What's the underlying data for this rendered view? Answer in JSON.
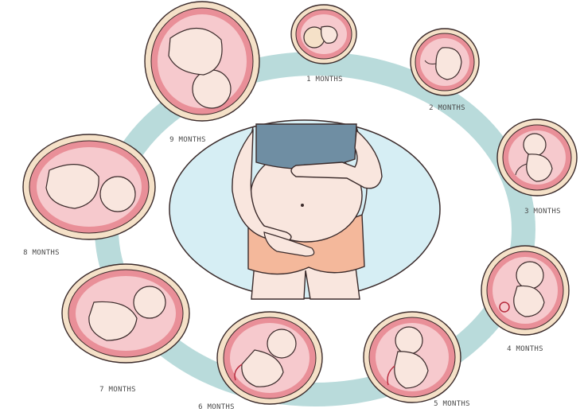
{
  "diagram": {
    "stages": [
      {
        "label": "1 MONTHS",
        "icon": "embryo-1-month-icon"
      },
      {
        "label": "2 MONTHS",
        "icon": "embryo-2-months-icon"
      },
      {
        "label": "3 MONTHS",
        "icon": "fetus-3-months-icon"
      },
      {
        "label": "4 MONTHS",
        "icon": "fetus-4-months-icon"
      },
      {
        "label": "5 MONTHS",
        "icon": "fetus-5-months-icon"
      },
      {
        "label": "6 MONTHS",
        "icon": "fetus-6-months-icon"
      },
      {
        "label": "7 MONTHS",
        "icon": "fetus-7-months-icon"
      },
      {
        "label": "8 MONTHS",
        "icon": "fetus-8-months-icon"
      },
      {
        "label": "9 MONTHS",
        "icon": "fetus-9-months-icon"
      }
    ],
    "center_icon": "pregnant-woman-icon",
    "colors": {
      "ring": "#b9dbdb",
      "center_fill": "#d6eef4",
      "uterus_outer": "#f5e1c8",
      "uterus_wall": "#e98f98",
      "uterus_inner": "#f6c9cd",
      "skin": "#f9e6de",
      "outline": "#3a2a2a",
      "top": "#6f8ea3",
      "shorts": "#f4b89b"
    }
  }
}
